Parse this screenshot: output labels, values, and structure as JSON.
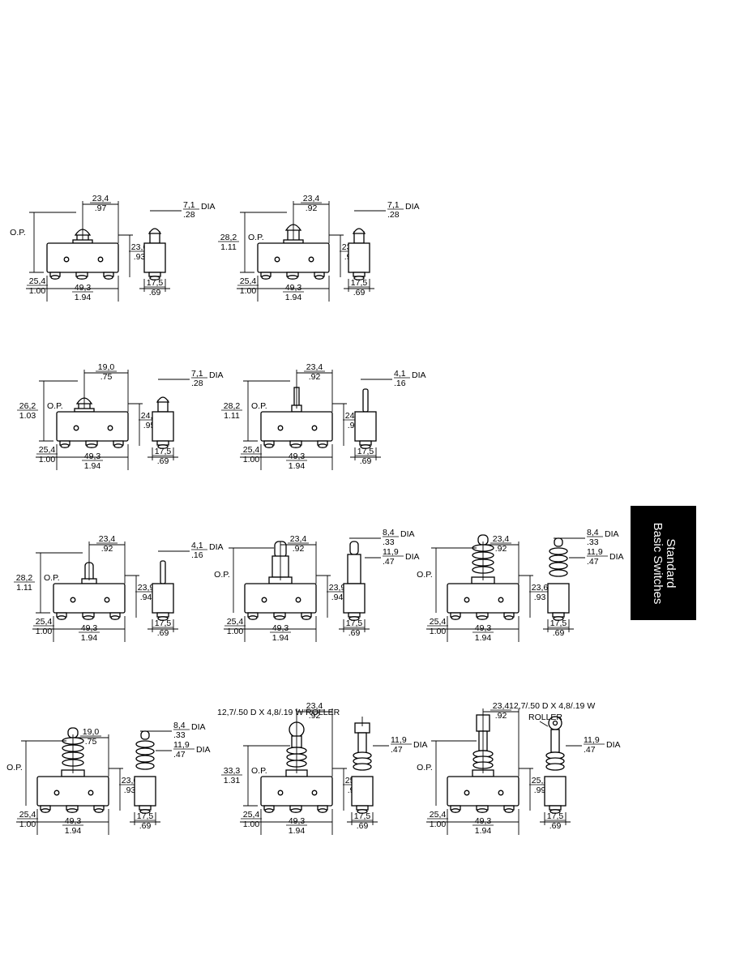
{
  "side_tab": {
    "line1": "Standard",
    "line2": "Basic Switches"
  },
  "drawings": [
    {
      "id": "p1",
      "plunger": "dome",
      "dims": {
        "plunger_center": [
          "23,4",
          ".97"
        ],
        "op": [
          "O.P.",
          ""
        ],
        "height": [
          "23,6",
          ".93"
        ],
        "dia": [
          "7,1",
          ".28"
        ],
        "pin": [
          "25,4",
          "1.00"
        ],
        "length": [
          "49,3",
          "1.94"
        ],
        "width": [
          "17,5",
          ".69"
        ]
      }
    },
    {
      "id": "p2",
      "plunger": "dome-tall",
      "dims": {
        "plunger_center": [
          "23,4",
          ".92"
        ],
        "op": [
          "28,2",
          "1.11"
        ],
        "op_label": "O.P.",
        "height": [
          "23,6",
          ".93"
        ],
        "dia": [
          "7,1",
          ".28"
        ],
        "pin": [
          "25,4",
          "1.00"
        ],
        "length": [
          "49,3",
          "1.94"
        ],
        "width": [
          "17,5",
          ".69"
        ]
      }
    },
    {
      "id": "p3",
      "plunger": "dome",
      "dims": {
        "plunger_center": [
          "19,0",
          ".75"
        ],
        "op": [
          "26,2",
          "1.03"
        ],
        "op_label": "O.P.",
        "height": [
          "24,2",
          ".95"
        ],
        "dia": [
          "7,1",
          ".28"
        ],
        "pin": [
          "25,4",
          "1.00"
        ],
        "length": [
          "49,3",
          "1.94"
        ],
        "width": [
          "17,5",
          ".69"
        ]
      }
    },
    {
      "id": "p4",
      "plunger": "pin",
      "dims": {
        "plunger_center": [
          "23,4",
          ".92"
        ],
        "op": [
          "28,2",
          "1.11"
        ],
        "op_label": "O.P.",
        "height": [
          "24,2",
          ".95"
        ],
        "dia": [
          "4,1",
          ".16"
        ],
        "pin": [
          "25,4",
          "1.00"
        ],
        "length": [
          "49,3",
          "1.94"
        ],
        "width": [
          "17,5",
          ".69"
        ]
      }
    },
    {
      "id": "p5",
      "plunger": "pin-thick",
      "dims": {
        "plunger_center": [
          "23,4",
          ".92"
        ],
        "op": [
          "28,2",
          "1.11"
        ],
        "op_label": "O.P.",
        "height": [
          "23,9",
          ".94"
        ],
        "dia": [
          "4,1",
          ".16"
        ],
        "pin": [
          "25,4",
          "1.00"
        ],
        "length": [
          "49,3",
          "1.94"
        ],
        "width": [
          "17,5",
          ".69"
        ]
      }
    },
    {
      "id": "p6",
      "plunger": "panel",
      "dims": {
        "plunger_center": [
          "23,4",
          ".92"
        ],
        "op_label": "O.P.",
        "height": [
          "23,9",
          ".94"
        ],
        "dia": [
          "8,4",
          ".33"
        ],
        "dia2": [
          "11,9",
          ".47"
        ],
        "pin": [
          "25,4",
          "1.00"
        ],
        "length": [
          "49,3",
          "1.94"
        ],
        "width": [
          "17,5",
          ".69"
        ]
      }
    },
    {
      "id": "p7",
      "plunger": "panel-nut",
      "dims": {
        "plunger_center": [
          "23,4",
          ".92"
        ],
        "op_label": "O.P.",
        "height": [
          "23,6",
          ".93"
        ],
        "dia": [
          "8,4",
          ".33"
        ],
        "dia2": [
          "11,9",
          ".47"
        ],
        "pin": [
          "25,4",
          "1.00"
        ],
        "length": [
          "49,3",
          "1.94"
        ],
        "width": [
          "17,5",
          ".69"
        ]
      }
    },
    {
      "id": "p8",
      "plunger": "panel-nut",
      "dims": {
        "plunger_center": [
          "19,0",
          ".75"
        ],
        "op_label": "O.P.",
        "height": [
          "23,6",
          ".93"
        ],
        "dia": [
          "8,4",
          ".33"
        ],
        "dia2": [
          "11,9",
          ".47"
        ],
        "pin": [
          "25,4",
          "1.00"
        ],
        "length": [
          "49,3",
          "1.94"
        ],
        "width": [
          "17,5",
          ".69"
        ]
      }
    },
    {
      "id": "p9",
      "plunger": "roller-nut",
      "roller_note": "12,7/.50 D X 4,8/.19 W ROLLER",
      "dims": {
        "plunger_center": [
          "23,4",
          ".92"
        ],
        "op": [
          "33,3",
          "1.31"
        ],
        "op_label": "O.P.",
        "height": [
          "25,1",
          ".99"
        ],
        "dia2": [
          "11,9",
          ".47"
        ],
        "pin": [
          "25,4",
          "1.00"
        ],
        "length": [
          "49,3",
          "1.94"
        ],
        "width": [
          "17,5",
          ".69"
        ]
      }
    },
    {
      "id": "p10",
      "plunger": "roller-cross",
      "roller_note": "12,7/.50 D X 4,8/.19 W",
      "roller_word": "ROLLER",
      "dims": {
        "plunger_center": [
          "23,4",
          ".92"
        ],
        "op_label": "O.P.",
        "height": [
          "25,1",
          ".99"
        ],
        "dia2": [
          "11,9",
          ".47"
        ],
        "pin": [
          "25,4",
          "1.00"
        ],
        "length": [
          "49,3",
          "1.94"
        ],
        "width": [
          "17,5",
          ".69"
        ]
      }
    }
  ],
  "dia_label": "DIA"
}
